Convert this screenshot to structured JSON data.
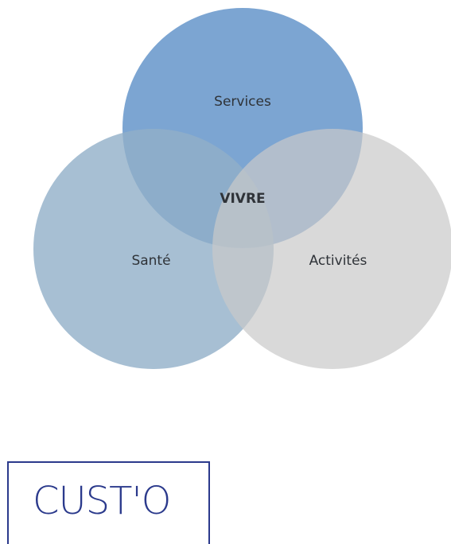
{
  "diagram": {
    "circles": [
      {
        "id": "services",
        "label": "Services",
        "color": "#5b8fc7",
        "opacity": 0.8
      },
      {
        "id": "sante",
        "label": "Santé",
        "color": "#91afc8",
        "opacity": 0.8
      },
      {
        "id": "activites",
        "label": "Activités",
        "color": "#c9c9c9",
        "opacity": 0.7
      }
    ],
    "center_label": "VIVRE"
  },
  "logo": {
    "text": "CUST'O",
    "color": "#2b3a8c"
  }
}
